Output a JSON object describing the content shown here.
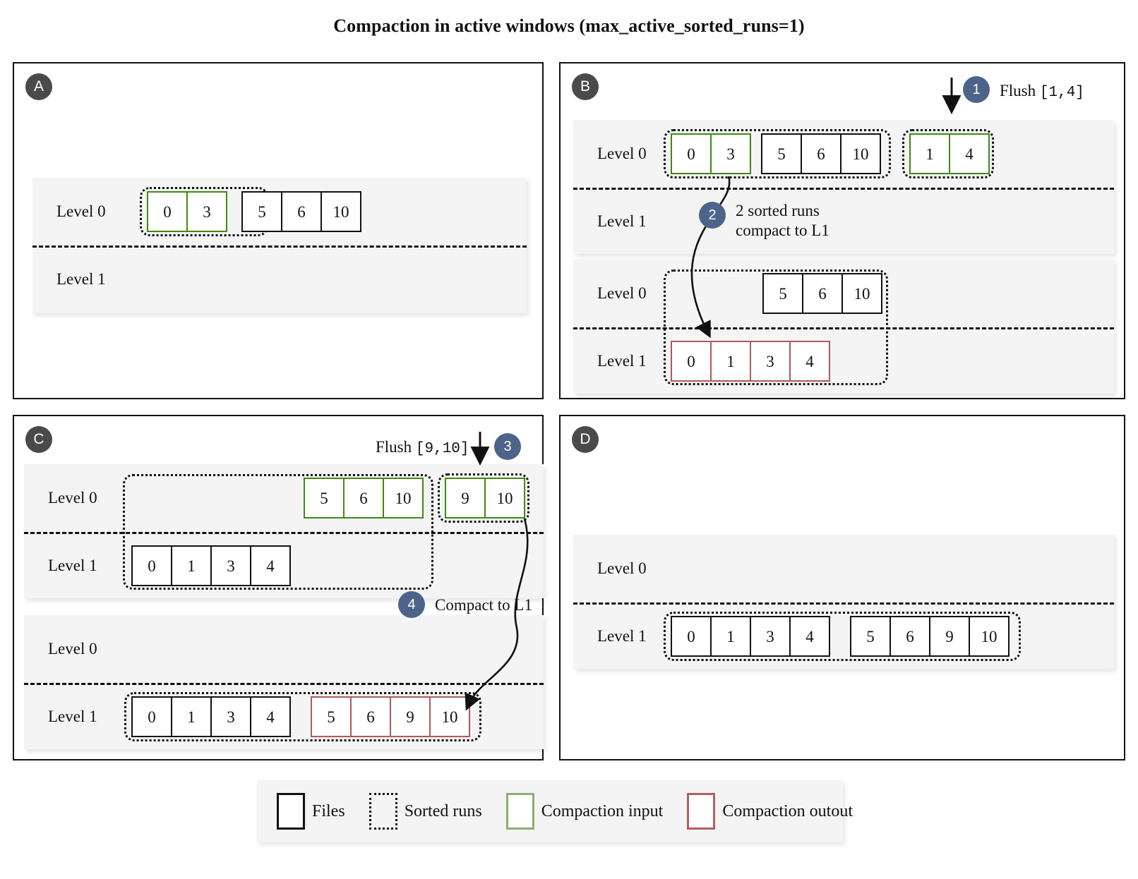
{
  "title": "Compaction in active windows (max_active_sorted_runs=1)",
  "colors": {
    "compaction_input": "#3e8a12",
    "compaction_output": "#ae5a5a",
    "file_border": "#111111",
    "step_badge": "#4c6489",
    "panel_badge": "#4a4a4a",
    "level_bg": "#f4f4f4"
  },
  "level_labels": {
    "l0": "Level 0",
    "l1": "Level 1"
  },
  "panels": {
    "a": {
      "letter": "A",
      "state": {
        "level0": [
          {
            "kind": "input",
            "files": [
              "0",
              "3"
            ]
          },
          {
            "kind": "file",
            "files": [
              "5",
              "6",
              "10"
            ]
          }
        ],
        "level1": []
      }
    },
    "b": {
      "letter": "B",
      "step1": {
        "number": "1",
        "label": "Flush",
        "arg": "[1,4]"
      },
      "step2": {
        "number": "2",
        "line1": "2 sorted runs",
        "line2": "compact to L1"
      },
      "before": {
        "level0_run1": [
          {
            "kind": "input",
            "files": [
              "0",
              "3"
            ]
          },
          {
            "kind": "file",
            "files": [
              "5",
              "6",
              "10"
            ]
          }
        ],
        "level0_run2": [
          {
            "kind": "input",
            "files": [
              "1",
              "4"
            ]
          }
        ],
        "level1": []
      },
      "after": {
        "level0": [
          {
            "kind": "file",
            "files": [
              "5",
              "6",
              "10"
            ]
          }
        ],
        "level1": [
          {
            "kind": "output",
            "files": [
              "0",
              "1",
              "3",
              "4"
            ]
          }
        ]
      }
    },
    "c": {
      "letter": "C",
      "step3": {
        "number": "3",
        "label": "Flush",
        "arg": "[9,10]"
      },
      "step4": {
        "number": "4",
        "label": "Compact to L1"
      },
      "before": {
        "level0_run1": [
          {
            "kind": "input",
            "files": [
              "5",
              "6",
              "10"
            ]
          }
        ],
        "level0_run2": [
          {
            "kind": "input",
            "files": [
              "9",
              "10"
            ]
          }
        ],
        "level1_run1": [
          {
            "kind": "file",
            "files": [
              "0",
              "1",
              "3",
              "4"
            ]
          }
        ]
      },
      "after": {
        "level0": [],
        "level1": [
          {
            "kind": "file",
            "files": [
              "0",
              "1",
              "3",
              "4"
            ]
          },
          {
            "kind": "output",
            "files": [
              "5",
              "6",
              "9",
              "10"
            ]
          }
        ]
      }
    },
    "d": {
      "letter": "D",
      "state": {
        "level0": [],
        "level1": [
          {
            "kind": "file",
            "files": [
              "0",
              "1",
              "3",
              "4"
            ]
          },
          {
            "kind": "file",
            "files": [
              "5",
              "6",
              "9",
              "10"
            ]
          }
        ]
      }
    }
  },
  "legend": [
    {
      "icon": "files-swatch",
      "label": "Files"
    },
    {
      "icon": "sorted-runs-swatch",
      "label": "Sorted runs"
    },
    {
      "icon": "compaction-input-swatch",
      "label": "Compaction input"
    },
    {
      "icon": "compaction-output-swatch",
      "label": "Compaction outout"
    }
  ]
}
